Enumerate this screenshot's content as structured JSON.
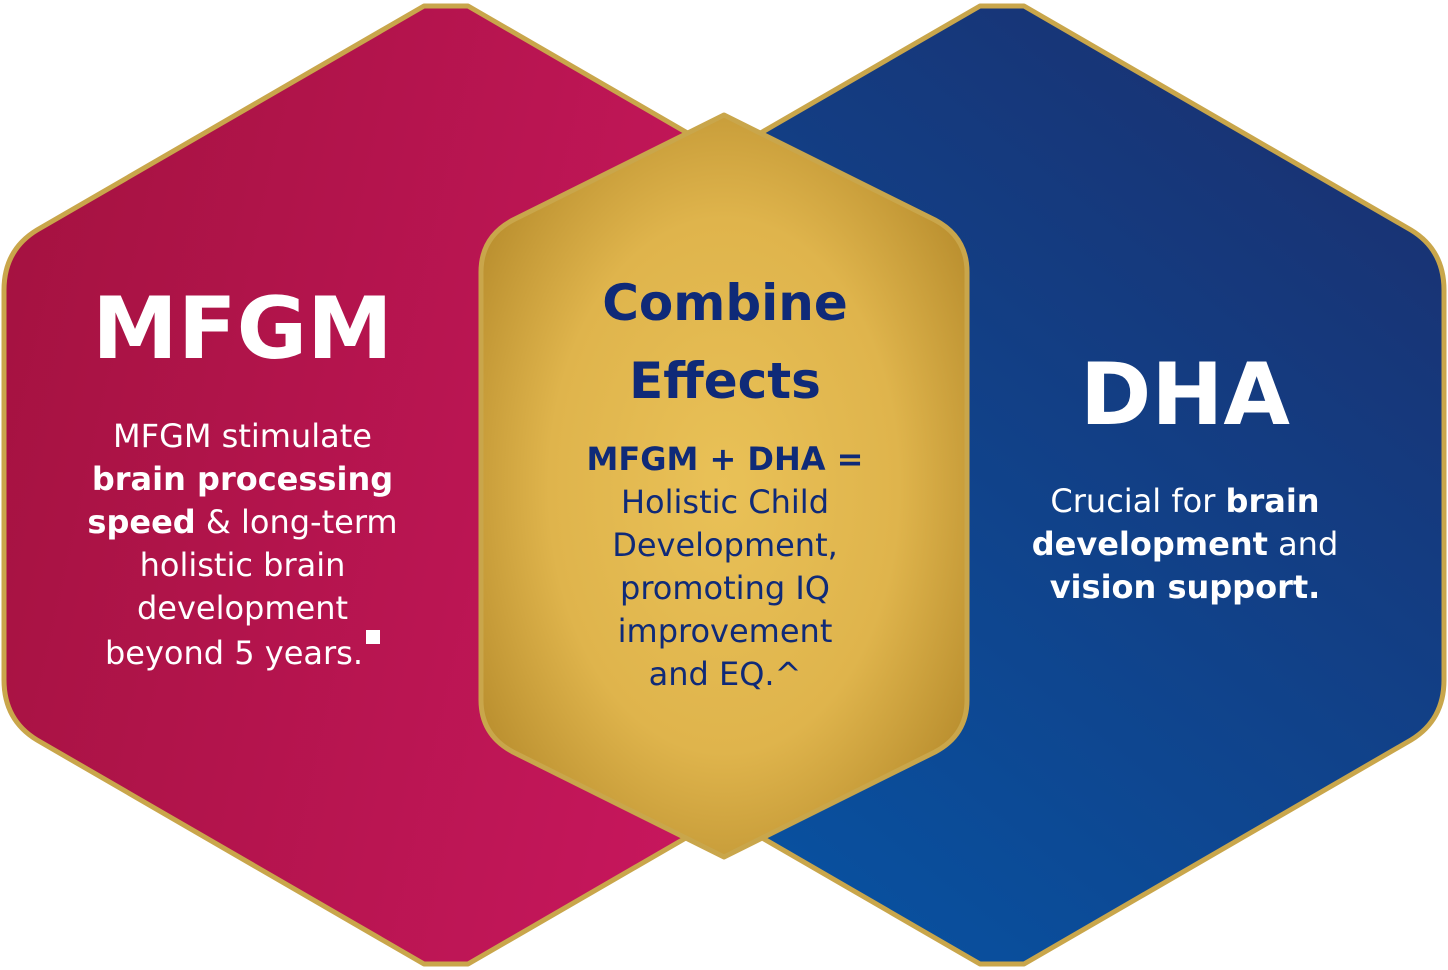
{
  "colors": {
    "mfgm": "#b0154f",
    "dha": "#12338a",
    "combined": "#e0b74f",
    "border": "#c9a64b",
    "center_text": "#0f2a78"
  },
  "mfgm": {
    "title": "MFGM",
    "line1": "MFGM stimulate",
    "line2_bold": "brain processing",
    "line3_bold": "speed",
    "line3_rest": " & long-term",
    "line4": "holistic brain",
    "line5": "development",
    "line6": "beyond 5 years."
  },
  "combined": {
    "title_line1": "Combine",
    "title_line2": "Effects",
    "formula": "MFGM + DHA =",
    "line1": "Holistic Child",
    "line2": "Development,",
    "line3": "promoting IQ",
    "line4": "improvement",
    "line5": "and EQ.^"
  },
  "dha": {
    "title": "DHA",
    "line1_pre": "Crucial for ",
    "line1_bold": "brain",
    "line2_bold": "development",
    "line2_rest": " and",
    "line3_bold": "vision support."
  }
}
